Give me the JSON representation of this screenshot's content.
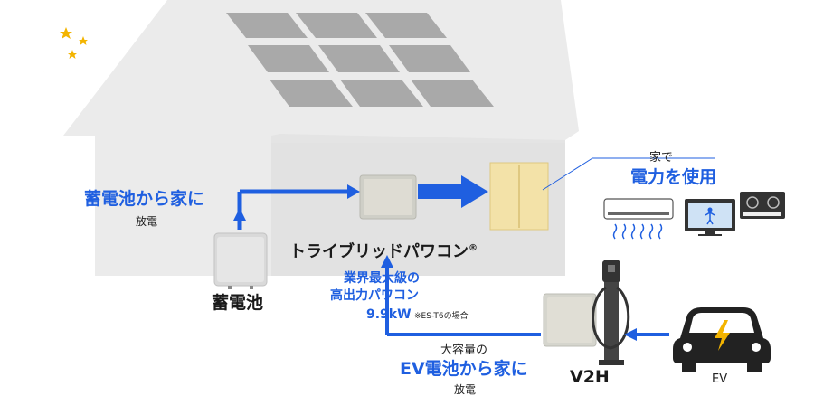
{
  "colors": {
    "house": "#ebebeb",
    "panel": "#a9a9a9",
    "arrow": "#1f5fe0",
    "moon": "#f3b400",
    "distribution_board": "#f3e2a8"
  },
  "icons": [
    "moon-icon",
    "star-icon",
    "air-conditioner-icon",
    "tv-icon",
    "ih-cooktop-icon",
    "car-icon",
    "ev-charger-icon"
  ],
  "labels": {
    "battery_discharge_title": "蓄電池から家に",
    "battery_discharge_sub": "放電",
    "battery": "蓄電池",
    "inverter": "トライブリッドパワコン",
    "inverter_mark": "®",
    "inverter_spec_line1": "業界最大級の",
    "inverter_spec_line2": "高出力パワコン",
    "inverter_spec_value": "9.9kW",
    "inverter_spec_note": "※ES-T6の場合",
    "home_use_small": "家で",
    "home_use_big": "電力を使用",
    "ev_discharge_small": "大容量の",
    "ev_discharge_big": "EV電池から家に",
    "ev_discharge_sub": "放電",
    "v2h": "V2H",
    "ev": "EV"
  }
}
